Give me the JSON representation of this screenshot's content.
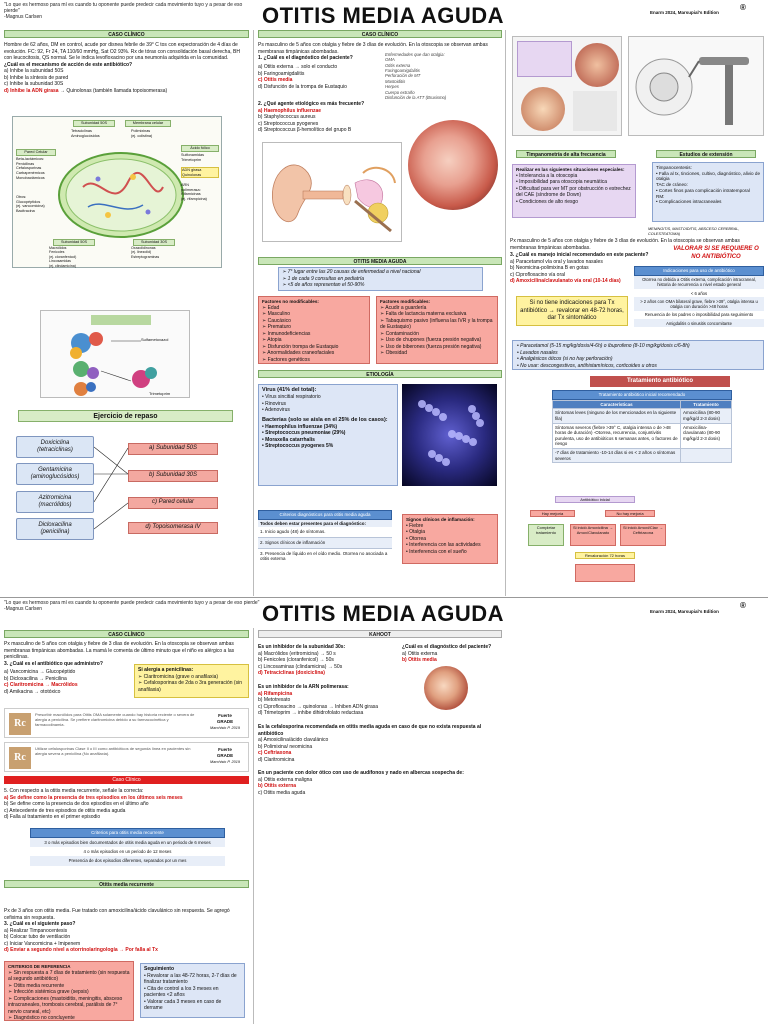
{
  "top": {
    "quote": "\"Lo que es hermoso para mí es cuando tu oponente puede predecir cada movimiento tuyo y a pesar de eso pierde\"",
    "quote_author": "-Magnus Carlsen",
    "title": "OTITIS MEDIA AGUDA",
    "edition": "Enarm 2024, Marsupial's Edition",
    "reg_mark": "®"
  },
  "col1": {
    "caso_header": "CASO CLÍNICO",
    "caso_text": "Hombre de 62 años, DM en control, acude por disnea febrile de 39° C tos con expectoración de 4 días de evolución. FC: 92, Fr 24, TA 110/60 mmHg, Sat O2 93%. Rx de tórax con consolidación basal derecha, BH con leucocitosis, QS normal. Se le indica levofloxacino por una neumonía adquirida en la comunidad.",
    "caso_q": "¿Cuál es el mecanismo de acción de este antibiótico?",
    "options": [
      "a)  Inhibe la subunidad 50S",
      "b)  Inhibe la síntesis de pared",
      "c)  Inhibe la subunidad 30S"
    ],
    "answer": "d)  Inhibe la ADN girasa",
    "answer_tail": "→ Quinolonas (también llamada topoisomerasa)",
    "diagram_labels": {
      "sub50": "Subunidad 50S",
      "tetra": "Tetraciclinas\nAminoglucósidos",
      "membrana": "Membrana celular",
      "polimix": "Polimixinas\n(ej. colistina)",
      "pared": "Pared Celular",
      "betalact": "Beta-lactámicos:\nPenicilinas\nCefalosporinas\nCarbapenémicos\nMonobactámicos",
      "otros": "Otros:\nGlucopéptidos\n(ej. vancomicina)\nBacitracina",
      "folico": "Ácido fólico",
      "sulfas": "Sulfonamidas\nTrimetoprim",
      "adn": "ADN girasa\nQuinolonas",
      "arn": "ARN\npolimerasa:\nRifamicinas\n(ej. rifampicina)",
      "sub50b": "Subunidad 50S",
      "macro": "Macrólidos\nFenicoles\n(ej. cloranfenicol)\nLincosamidas\n(ej. clindamicina)",
      "sub30": "Subunidad 30S",
      "oxaz": "Oxazolidinonas\n(ej. linezolid)\nEstreptograminas"
    },
    "fig2_label": "Sulfametoxazol",
    "fig2_label2": "Trimetoprim",
    "ejercicio_title": "Ejercicio de repaso",
    "ex_left": [
      "Doxiciclina\n(tetraciclinas)",
      "Gentamicina\n(aminoglucósidos)",
      "Azitromicina\n(macrólidos)",
      "Dicloxacilina\n(penicilina)"
    ],
    "ex_right": [
      "a) Subunidad 50S",
      "b) Subunidad 30S",
      "c) Pared celular",
      "d) Topoisomerasa IV"
    ]
  },
  "col2": {
    "caso_header": "CASO CLÍNICO",
    "caso_text1": "Ps masculino de 5 años con otalgia y fiebre de 3 días de evolución. En la otoscopia se observan ambas membranas timpánicas abombadas.",
    "q1": "1. ¿Cuál es el diagnóstico del paciente?",
    "q1_opts": [
      "a)  Otitis externa → solo el conducto",
      "b)  Faringoamigdalitis",
      "d)  Disfunción de la trompa de Eustaquio"
    ],
    "q1_ans": "c)  Otitis media",
    "otos_labels": "Enfermedades que dan otalgia:\nOMA\nOtitis externa\nFaringoamigdalitis\nPerforación de MT\nMastoiditis\nHerpes\nCuerpo extraño\nDisfunción de la ATT (Bruxismo)",
    "q2": "2. ¿Qué agente etiológico es más frecuente?",
    "q2_ans": "a)  Haemophilus influenzae",
    "q2_opts": [
      "b)  Staphylococcus aureus",
      "c)  Streptococcus pyogenes",
      "d)  Streptococcus β-hemolítico del grupo B"
    ],
    "oma_header": "OTITIS MEDIA AGUDA",
    "oma_bullets": [
      "7° lugar entre las 20 causas de enfermedad a nivel nacional",
      "1 de cada 9 consultas en pediatría",
      "<5 de años representan el 50-90%"
    ],
    "fnm_title": "Factores no modificables:",
    "fnm": [
      "Edad",
      "Masculino",
      "Caucásico",
      "Prematuro",
      "Inmunodeficiencias",
      "Atopia",
      "Disfunción trompa de Eustaquio",
      "Anormalidades craneofaciales",
      "Factores genéticos"
    ],
    "fm_title": "Factores modificables:",
    "fm": [
      "Acudir a guardería",
      "Falta de lactancia materna exclusiva",
      "Tabaquismo pasivo (influena las IVR y la trompa de Eustaquio)",
      "Contaminación",
      "Uso de chupones (fuerza presión negativa)",
      "Uso de biberones (fuerza presión negativa)",
      "Obesidad"
    ],
    "etio_header": "ETIOLOGÍA",
    "virus_title": "Virus (41% del total):",
    "virus": [
      "Virus sincitial respiratorio",
      "Rinovirus",
      "Adenovirus"
    ],
    "bact_title": "Bacterias (solo se aísla en el 25% de los casos):",
    "bact": [
      "Haemophilus influenzae (34%)",
      "Streptococcus pneumoniae (29%)",
      "Moraxella catarrhalis",
      "Streptococcus pyogenes 5%"
    ],
    "crit_header": "Criterios diagnósticos para otitis media aguda",
    "crit_sub": "Todos deben estar presentes para el diagnóstico:",
    "crit": [
      "1. Inicio agudo (48) de síntomas.",
      "2. Signos clínicos de inflamación",
      "3. Presencia de líquido en el oído medio. Otorrea no asociada a otitis externa"
    ],
    "signos_title": "Signos clínicos de inflamación:",
    "signos": [
      "Fiebre",
      "Otalgia",
      "Otorrea",
      "Interferencia con las actividades",
      "Interferencia con el sueño"
    ]
  },
  "col3": {
    "timp_label": "Timpanometría de alta frecuencia",
    "ext_label": "Estudios de extensión",
    "purple_title": "Realizar en las siguientes situaciones especiales:",
    "purple": [
      "Intolerancia a la otoscopia",
      "Imposibilidad para otoscopia neumática",
      "Dificultad para ver MT por obstrucción o estrechez del CAE (síndrome de Down)",
      "Condiciones de alto riesgo"
    ],
    "ext_box": "Timpanocentesis:\n• Falla al tx, tinciones, cultivo, diagnóstico, alivio de otalgia\nTAC de cráneo:\n• Cortes finos para complicación intratemporal\nRM:\n• Complicaciones intracraneales",
    "comp_italic": "MENINGITIS, MASTOIDITIS, ABSCESO CEREBRAL, COLESTEATOMA)",
    "caso_text": "Px masculino de 5 años con otalgia y fiebre de 3 días de evolución. En la otoscopia se observan ambas membranas timpánicas abombadas.",
    "valorar": "VALORAR SI SE REQUIERE O NO ANTIBIÓTICO",
    "q3": "3. ¿Cuál es manejo inicial recomendado en este paciente?",
    "q3_opts": [
      "a)  Paracetamol vía oral y lavados nasales",
      "b)  Neomicina-polimixina B en gotas",
      "c)  Ciprofloxacino vía oral"
    ],
    "q3_ans": "d)  Amoxicilina/clavulanato vía oral (10-14 días)",
    "indic_header": "Indicaciones para uso de antibiótico",
    "indic_rows": [
      "Otorrea no debida a Otitis externa, complicación intracraneal, historia de recurrencia o nivel estado general",
      "< 6 años",
      "> 2 años con OMA bilateral grave, fiebre >39°, otalgia intensa u otalgia con duración >48 horas",
      "Renuencia de los padres o imposibilidad para seguimiento",
      "Amigdalitis o sinusitis concomitante"
    ],
    "yellow_box": "Si no tiene indicaciones para Tx antibiótico → revalorar en 48-72 horas, dar Tx sintomático",
    "sympt": [
      "Paracetamol (5-15 mg/kg/dosis/4-6h) o ibuprofeno (8-10 mg/kg/dosis c/6-8h)",
      "Lavados nasales",
      "Analgésicos óticos (si no hay perforación)",
      "No usar: descongestivos, antihistamínicos, corticoides u otros"
    ],
    "tx_header": "Tratamiento antibiótico",
    "tx_sub": "Tratamiento antibiótico inicial recomendado",
    "tx_cols": [
      "Características",
      "Tratamiento"
    ],
    "tx_rows": [
      [
        "Síntomas leves (ninguno de los mencionados en la siguiente fila)",
        "Amoxicilina (80-90 mg/kg/d 2-3 dosis)"
      ],
      [
        "Síntomas severos (fiebre >39° C, otalgia intensa o de >48 horas de duración) -Otorrea, recurrencia, conjuntivitis purulenta, uso de antibióticos 6 semanas antes, o factores de riesgo",
        "Amoxicilina-clavulanato (80-90 mg/kg/d 2-3 dosis)"
      ],
      [
        "-7 días de tratamiento -10-14 días si es < 2 años o síntomas severos",
        ""
      ]
    ],
    "flow": [
      "Antibiótico inicial",
      "Hay mejoría",
      "No hay mejoría",
      "Completar tratamiento",
      "Si inició Amoxicilina → Amox/Clavulanato",
      "Si inició Amoxi/Clav → Ceftriaxona",
      "Revaloración 72 horas"
    ]
  },
  "bottom": {
    "caso_header1": "CASO CLÍNICO",
    "caso1": "Px masculino de 5 años con otalgia y fiebre de 3 días de evolución. En la otoscopia se observan ambas membranas timpánicas abombadas. La mamá le comenta de último minuto que el niño es alérgico a las penicilinas.",
    "q3": "3. ¿Cuál es el antibiótico que administro?",
    "q3_opts": [
      "a)  Vancomicina → Glucopéptido",
      "b)  Dicloxacilina → Penicilina",
      "d)  Amikacina → ototóxico"
    ],
    "q3_ans": "c)  Claritromicina → Macrólidos",
    "alergia_title": "Si alergia a penicilinas:",
    "alergia": [
      "Claritromicina (grave o anafilaxia)",
      "Cefalosporinas de 2da o 3ra generación (sin anafilaxia)"
    ],
    "rc1": "Prescribir macrólidos para Otitis OMA solamente cuando hay historia reciente o severa de alergia a penicilina. Se prefiere claritromicina debido a su farmacocinética y farmacodinamia.",
    "rc2": "Utilizar cefalosporinas Clase II o III como antibióticos de segunda línea en pacientes sin alergia severa a penicilina (No anafilaxia).",
    "grade": "Fuerte\nGRADE",
    "grade_ref": "Marchisio P. 2019",
    "caso_header2": "Caso Clínico",
    "caso2": "5. Con respecto a la otitis media recurrente, señale la correcta:",
    "caso2_ans": "a)  Se define como la presencia de tres episodios en los últimos seis meses",
    "caso2_opts": [
      "b)  Se define como la presencia de dos episodios en el último año",
      "c)  Antecedente de tres episodios de otitis media aguda",
      "d)  Falla al tratamiento en el primer episodio"
    ],
    "crit_rec_header": "Criterios para otitis media recurrente",
    "crit_rec": [
      "3 o más episodios bien documentados de otitis media aguda en un periodo de 6 meses",
      "4 o más episodios en un periodo de 12 meses",
      "Presencia de dos episodios diferentes, separados por un mes"
    ],
    "rec_header": "Otitis media recurrente",
    "caso3": "Px de 3 años con otitis media. Fue tratado con amoxicilina/ácido clavulánico sin respuesta. Se agregó cefixima sin respuesta.",
    "q6": "3. ¿Cuál es el siguiente paso?",
    "q6_opts": [
      "a)  Realizar Timpanocentesis",
      "b)  Colocar tubo de ventilación",
      "c)  Iniciar Vancomicina + Imipenem"
    ],
    "q6_ans": "d)  Enviar a segundo nivel a otorrinolaringología → Por falla al Tx",
    "ref_title": "CRITERIOS DE REFERENCIA",
    "ref": [
      "Sin respuesta a 7 días de tratamiento (sin respuesta al segundo antibiótico)",
      "Otitis media recurrente",
      "Infección sistémica grave (sepsis)",
      "Complicaciones (mastoiditis, meningitis, absceso intracraneales, trombosis cerebral, parálisis de 7° nervio craneal, etc)",
      "Diagnóstico no concluyente"
    ],
    "seg_title": "Seguimiento",
    "seg": [
      "Revalorar a las 48-72 horas, 2-7 días de finalizar tratamiento",
      "Cita de control a los 3 meses en pacientes <2 años",
      "Valorar cada 3 meses en caso de derrame"
    ],
    "kahoot_header": "KAHOOT",
    "k1": "Es un inhibidor de la subunidad 30s:",
    "k1_opts": [
      "a)  Macrólidos (eritromicina) → 50 s",
      "b)  Fenicoles (cloranfenicol) → 50s",
      "c)  Lincosaminas (clindamicina) → 50s"
    ],
    "k1_ans": "d)  Tetraciclinas (doxiciclina)",
    "k2": "¿Cuál es el diagnóstico del paciente?",
    "k2_opts": [
      "a)  Otitis externa"
    ],
    "k2_ans": "b)  Otitis media",
    "k3": "Es un inhibidor de la ARN polimerasa:",
    "k3_ans": "a)  Rifampicina",
    "k3_opts": [
      "b)  Metotrexato",
      "c)  Ciprofloxacino → quinolonas → Inhiben ADN girasa",
      "d)  Trimetoprim → inhibe dihidrofolato reductasa"
    ],
    "k4": "Es la cefalosporina recomendada en otitis media aguda en caso de que no exista respuesta al antibiótico",
    "k4_opts": [
      "a)  Amoxicilina/ácido clavulánico",
      "b)  Polimixina/ neomicina",
      "d)  Claritromicina"
    ],
    "k4_ans": "c)  Ceftriaxona",
    "k5": "En un paciente con dolor ótico con uso de audífonos y nado en albercas sospecha de:",
    "k5_opts": [
      "a)  Otitis externa maligna",
      "c)  Otitis media aguda"
    ],
    "k5_ans": "b)  Otitis externa"
  },
  "colors": {
    "green_bar": "#c9e6b8",
    "red": "#d01010",
    "salmon": "#f8a8a0",
    "blue": "#dde6f6",
    "purple": "#e7d7f2"
  }
}
